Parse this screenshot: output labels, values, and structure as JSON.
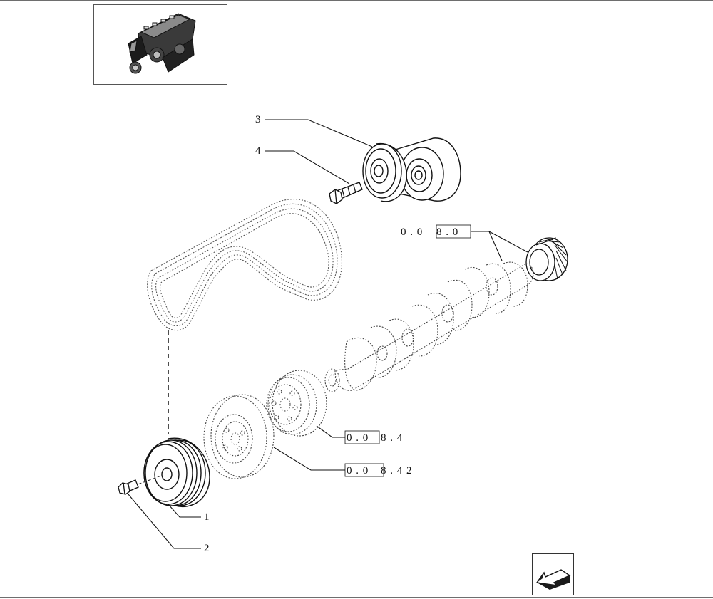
{
  "thumbnail": {
    "icon": "engine-icon"
  },
  "callouts": {
    "belt_pulley": "1",
    "pulley_screw": "2",
    "belt_tensioner": "3",
    "tensioner_screw": "4"
  },
  "references": {
    "ref_top": {
      "boxed": "0 . 0",
      "trailing": "8 . 0"
    },
    "ref_mid": {
      "boxed": "0 . 0",
      "trailing": "8 . 4"
    },
    "ref_bottom": {
      "boxed": "0 . 0",
      "trailing": "8 . 4 2"
    }
  },
  "navigation": {
    "icon": "previous-arrow-icon"
  }
}
